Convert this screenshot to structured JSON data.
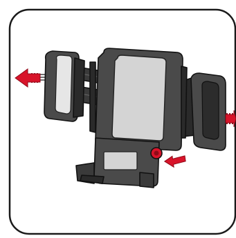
{
  "illustration": {
    "subject": "phone holder",
    "colors": {
      "frame": "#1a1a1a",
      "body": "#4a4a4a",
      "body_dark": "#2a2a2a",
      "body_mid": "#5a5a5a",
      "outline": "#111111",
      "phone_screen": "#d4d4d4",
      "pad": "#e6e6e6",
      "arrow": "#d8142a",
      "arrow_dark": "#8f0a18"
    },
    "arrows": [
      {
        "name": "left-arm-pull-arrow",
        "direction": "left"
      },
      {
        "name": "right-arm-pull-arrow",
        "direction": "right"
      },
      {
        "name": "release-button-arrow",
        "direction": "down-left"
      }
    ]
  }
}
